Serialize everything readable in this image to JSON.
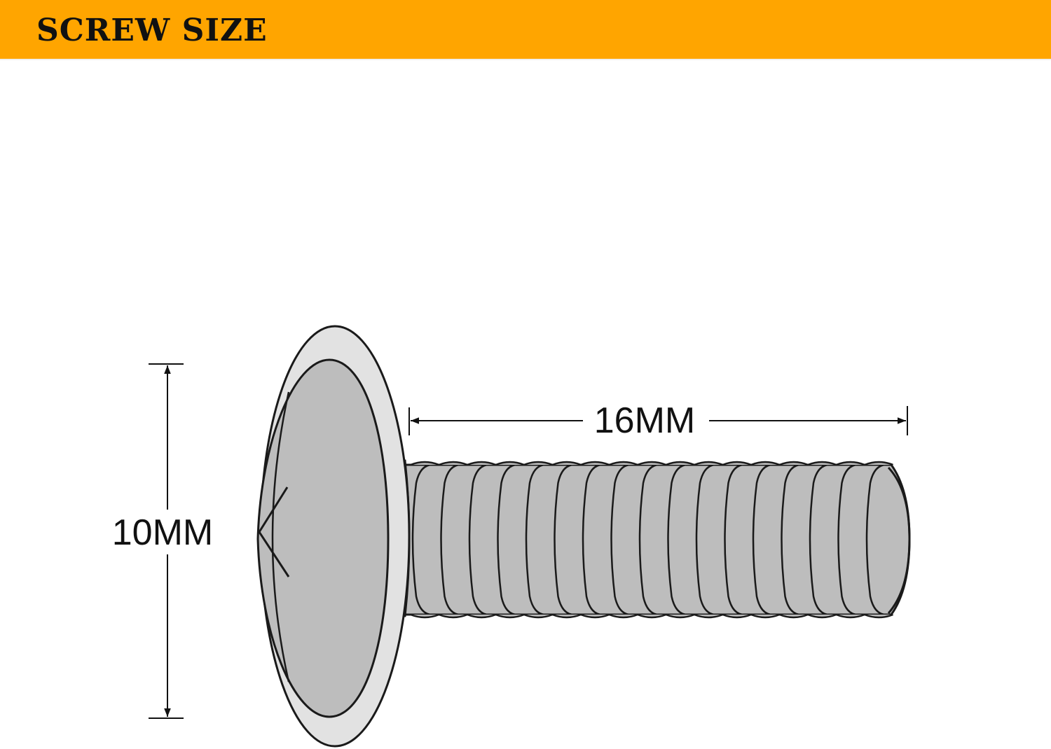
{
  "header": {
    "title": "SCREW SIZE"
  },
  "dimensions": {
    "length_label": "16MM",
    "diameter_label": "10MM"
  },
  "colors": {
    "header_bg": "#FFA500",
    "screw_fill": "#bdbdbd",
    "rim_fill": "#e2e2e2",
    "outline": "#1a1a1a"
  }
}
